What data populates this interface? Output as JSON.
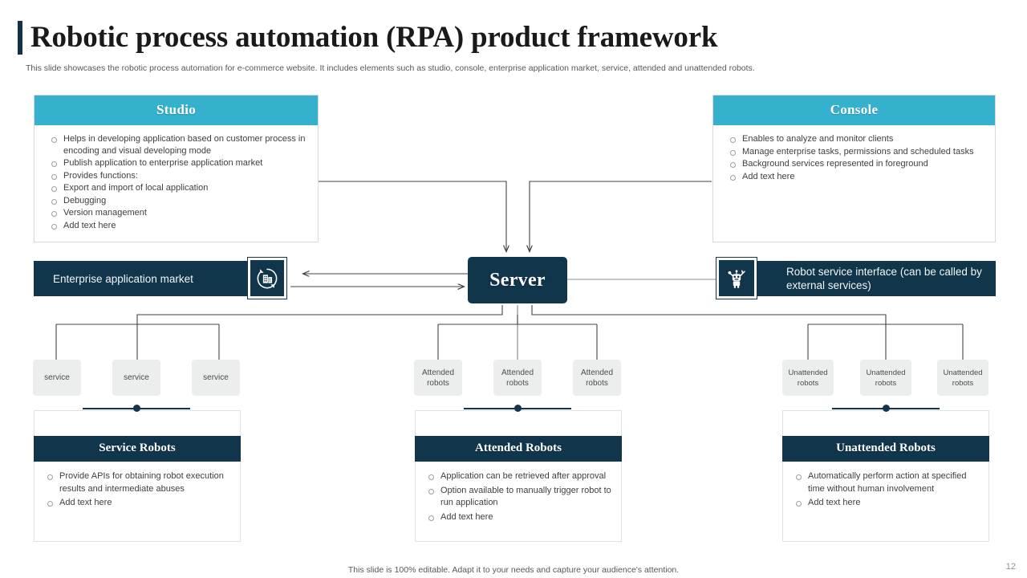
{
  "header": {
    "title": "Robotic process automation (RPA) product framework",
    "subtitle": "This slide showcases the robotic process automation for e-commerce website. It includes elements such as studio, console, enterprise application market, service, attended and unattended robots."
  },
  "colors": {
    "accent_teal": "#35b0cd",
    "dark_navy": "#11354b",
    "chip_grey": "#eceded",
    "text_grey": "#3c3f42"
  },
  "studio_panel": {
    "title": "Studio",
    "bullets": [
      "Helps in developing application based on customer process in encoding and visual developing mode",
      "Publish application to enterprise application market",
      "Provides functions:",
      "Export and import of local application",
      "Debugging",
      "Version management",
      "Add text here"
    ]
  },
  "console_panel": {
    "title": "Console",
    "bullets": [
      "Enables to analyze and monitor clients",
      "Manage enterprise tasks, permissions and scheduled tasks",
      "Background services represented in foreground",
      "Add text here"
    ]
  },
  "enterprise_bar": {
    "label": "Enterprise application market",
    "icon": "building-refresh-icon"
  },
  "server_node": {
    "label": "Server"
  },
  "robot_service_bar": {
    "label": "Robot service interface (can be called by external services)",
    "icon": "robot-icon"
  },
  "chips": {
    "service": [
      "service",
      "service",
      "service"
    ],
    "attended": [
      "Attended robots",
      "Attended robots",
      "Attended robots"
    ],
    "unattended": [
      "Unattended robots",
      "Unattended robots",
      "Unattended robots"
    ]
  },
  "service_robots_card": {
    "title": "Service Robots",
    "bullets": [
      "Provide APIs for obtaining robot execution results and intermediate abuses",
      "Add text here"
    ]
  },
  "attended_robots_card": {
    "title": "Attended Robots",
    "bullets": [
      "Application can be retrieved after approval",
      "Option available to manually trigger robot to run application",
      "Add text here"
    ]
  },
  "unattended_robots_card": {
    "title": "Unattended Robots",
    "bullets": [
      "Automatically perform action at specified time without human involvement",
      "Add text here"
    ]
  },
  "footer": {
    "note": "This slide is 100% editable. Adapt it to your needs and capture your audience's attention.",
    "page_number": "12"
  }
}
